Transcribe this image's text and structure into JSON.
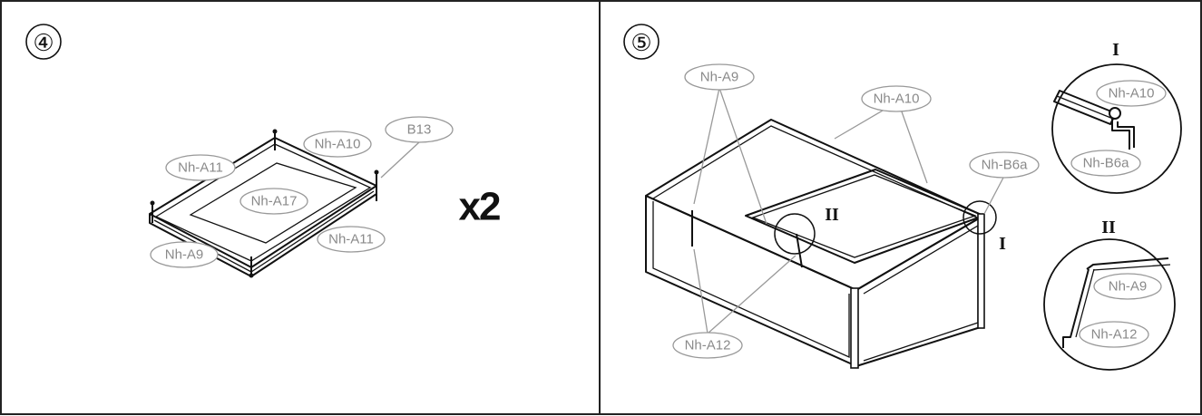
{
  "panel_left": {
    "step": "④",
    "multiplier": "x2",
    "labels": {
      "nh_a11_top": "Nh-A11",
      "nh_a10": "Nh-A10",
      "b13": "B13",
      "nh_a17": "Nh-A17",
      "nh_a11_bottom": "Nh-A11",
      "nh_a9": "Nh-A9"
    }
  },
  "panel_right": {
    "step": "⑤",
    "roman_1": "I",
    "roman_2": "II",
    "labels": {
      "nh_a9": "Nh-A9",
      "nh_a10": "Nh-A10",
      "nh_b6a": "Nh-B6a",
      "nh_a12": "Nh-A12"
    },
    "detail_1": {
      "title": "I",
      "nh_a10": "Nh-A10",
      "nh_b6a": "Nh-B6a"
    },
    "detail_2": {
      "title": "II",
      "nh_a9": "Nh-A9",
      "nh_a12": "Nh-A12"
    }
  }
}
